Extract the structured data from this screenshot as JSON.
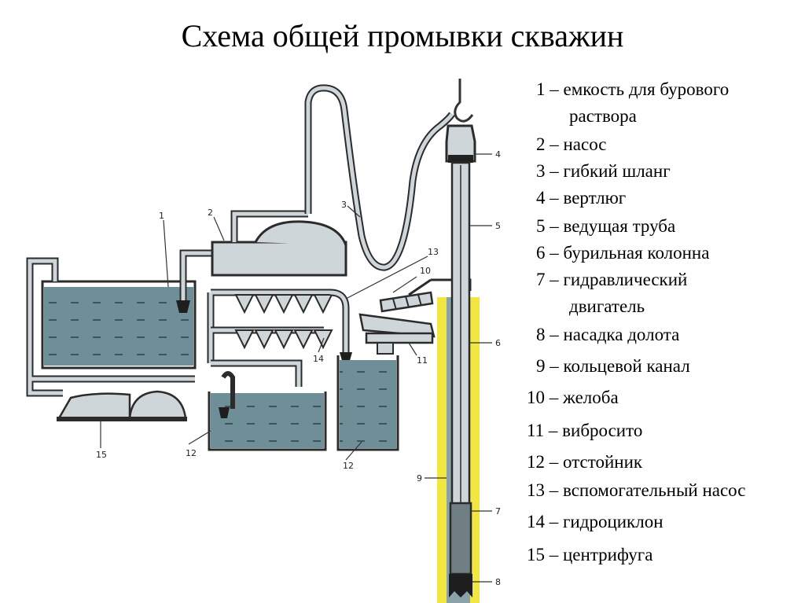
{
  "title": "Схема общей промывки скважин",
  "legend": [
    {
      "num": "1",
      "sep": " – ",
      "text": "емкость для бурового",
      "cont": "раствора"
    },
    {
      "num": "2",
      "sep": " – ",
      "text": "насос"
    },
    {
      "num": "3",
      "sep": " – ",
      "text": "гибкий шланг"
    },
    {
      "num": "4",
      "sep": " – ",
      "text": "вертлюг"
    },
    {
      "num": "5",
      "sep": " – ",
      "text": "ведущая труба"
    },
    {
      "num": "6",
      "sep": " – ",
      "text": "бурильная колонна"
    },
    {
      "num": "7",
      "sep": " – ",
      "text": "гидравлический",
      "cont": "двигатель"
    },
    {
      "num": "8",
      "sep": " – ",
      "text": "насадка долота"
    },
    {
      "num": "9",
      "sep": " – ",
      "text": "кольцевой канал"
    },
    {
      "num": "10",
      "sep": " – ",
      "text": "желоба"
    },
    {
      "num": "11",
      "sep": " – ",
      "text": "вибросито"
    },
    {
      "num": "12",
      "sep": " – ",
      "text": "отстойник"
    },
    {
      "num": "13",
      "sep": " – ",
      "text": "вспомогательный насос"
    },
    {
      "num": "14",
      "sep": " – ",
      "text": "гидроциклон"
    },
    {
      "num": "15",
      "sep": " – ",
      "text": "центрифуга"
    }
  ],
  "callouts": {
    "c1": "1",
    "c2": "2",
    "c3": "3",
    "c4": "4",
    "c5": "5",
    "c6": "6",
    "c7": "7",
    "c8": "8",
    "c9": "9",
    "c10": "10",
    "c11": "11",
    "c12a": "12",
    "c12b": "12",
    "c13": "13",
    "c14": "14",
    "c15": "15"
  },
  "colors": {
    "fluid": "#6f8f98",
    "wellbore_wall": "#f2e640",
    "equipment": "#cfd6d9",
    "outline": "#2b2b2b"
  }
}
